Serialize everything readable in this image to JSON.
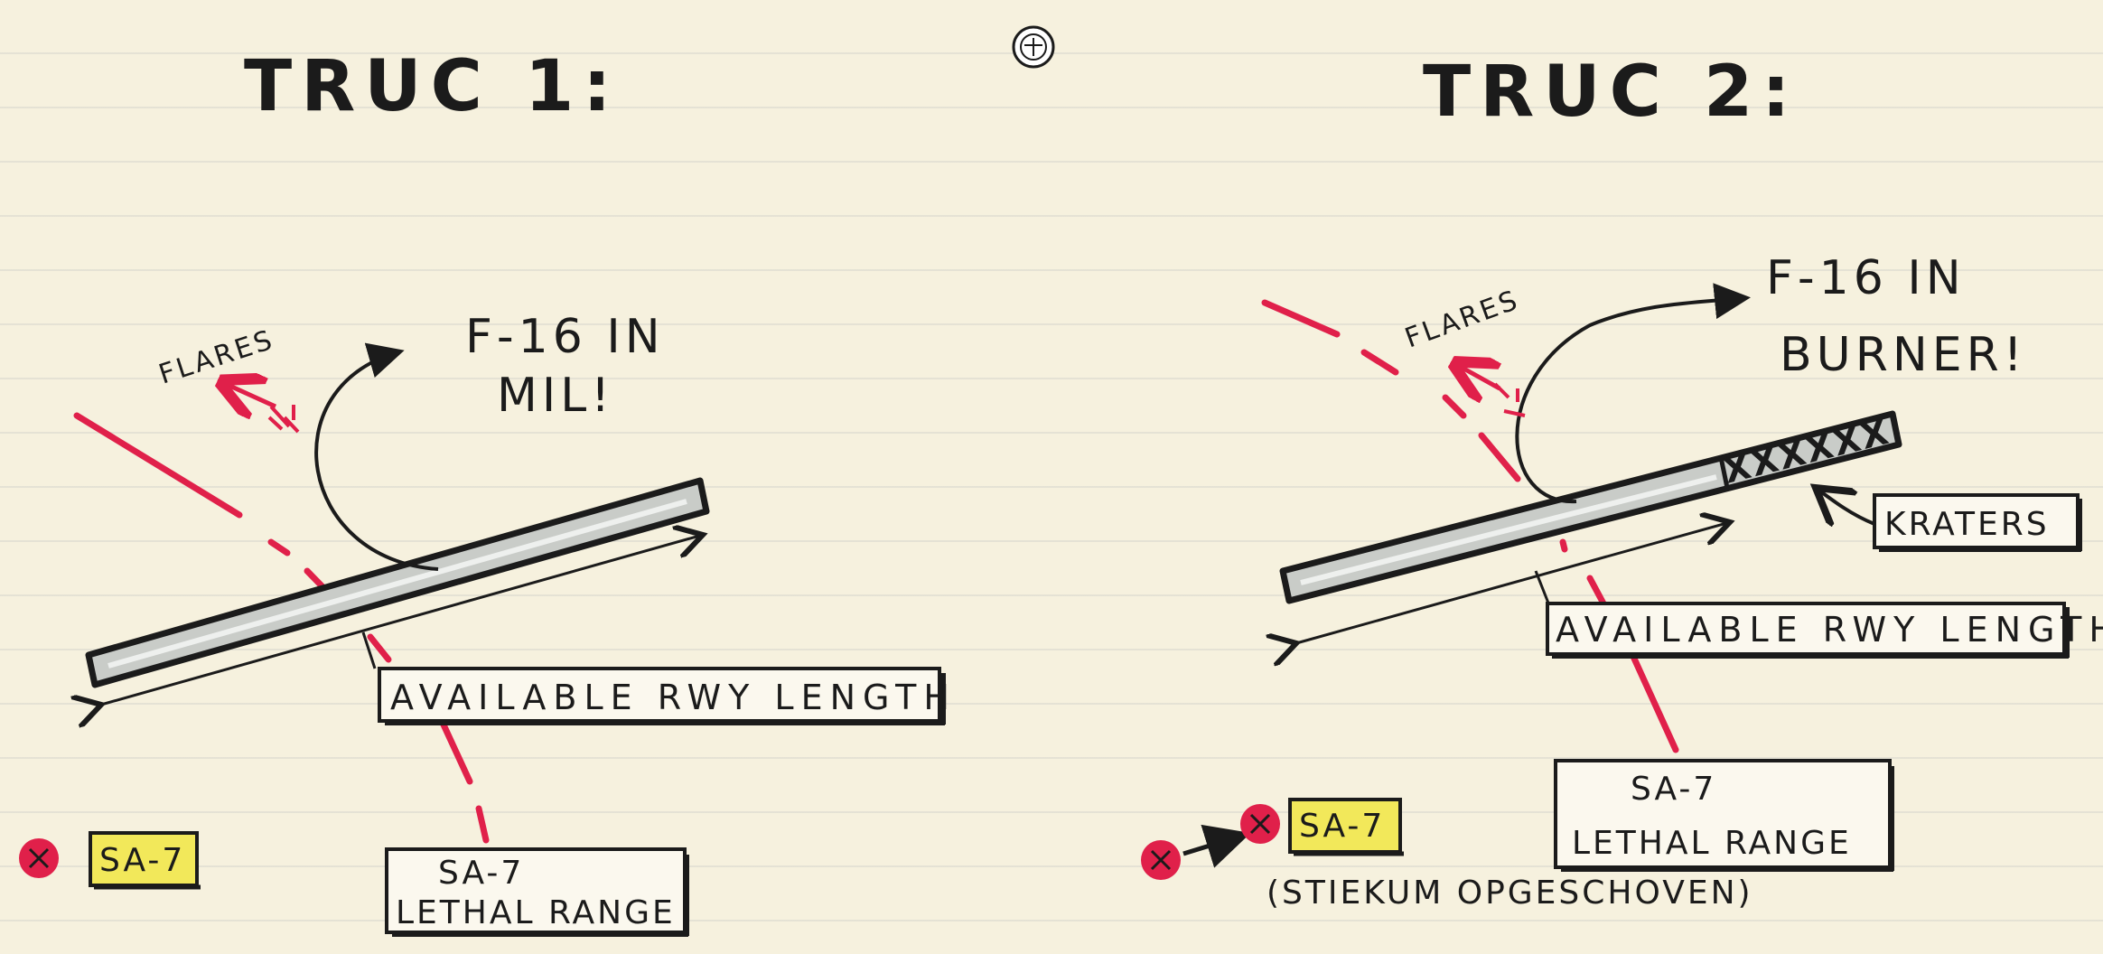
{
  "colors": {
    "paper": "#f6f1de",
    "ink": "#1b1b1b",
    "red": "#e0204a",
    "yellow": "#f2e85a",
    "runway": "#c9ccc8"
  },
  "left": {
    "title": "TRUC 1:",
    "aircraft_label_line1": "F-16 IN",
    "aircraft_label_line2": "MIL!",
    "flares_label": "FLARES",
    "runway_box": "AVAILABLE RWY LENGTH",
    "lethal_line1": "SA-7",
    "lethal_line2": "LETHAL RANGE",
    "missile_label": "SA-7"
  },
  "right": {
    "title": "TRUC 2:",
    "aircraft_label_line1": "F-16 IN",
    "aircraft_label_line2": "BURNER!",
    "flares_label": "FLARES",
    "craters_box": "KRATERS",
    "craters_marks": "XXXXXX",
    "runway_box": "AVAILABLE RWY LENGTH",
    "lethal_line1": "SA-7",
    "lethal_line2": "LETHAL RANGE",
    "missile_label": "SA-7",
    "moved_note": "(STIEKUM OPGESCHOVEN)"
  },
  "header_emblem": "emblem-icon"
}
